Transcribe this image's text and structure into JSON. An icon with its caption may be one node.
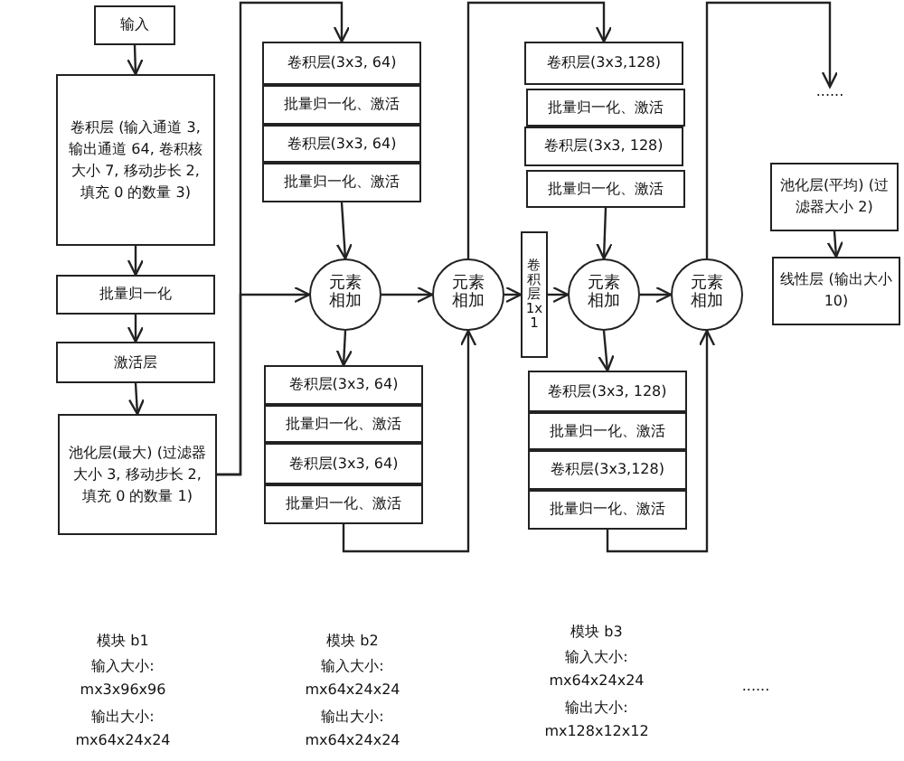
{
  "diagram": {
    "nodes": [
      {
        "text": [
          "输入"
        ]
      },
      {
        "text": [
          "卷积层 (输入通道 3, 输出通道 64, 卷积核大小 7, 移动步长 2, 填充 0 的数量 3)"
        ]
      },
      {
        "text": [
          "批量归一化"
        ]
      },
      {
        "text": [
          "激活层"
        ]
      },
      {
        "text": [
          "池化层(最大) (过滤器大小 3, 移动步长 2, 填充 0 的数量 1)"
        ]
      },
      {
        "text": [
          "卷积层(3x3, 64)"
        ]
      },
      {
        "text": [
          "批量归一化、激活"
        ]
      },
      {
        "text": [
          "卷积层(3x3, 64)"
        ]
      },
      {
        "text": [
          "批量归一化、激活"
        ]
      },
      {
        "text": [
          "元素相加"
        ]
      },
      {
        "text": [
          "卷积层(3x3, 64)"
        ]
      },
      {
        "text": [
          "批量归一化、激活"
        ]
      },
      {
        "text": [
          "卷积层(3x3, 64)"
        ]
      },
      {
        "text": [
          "批量归一化、激活"
        ]
      },
      {
        "text": [
          "元素相加"
        ]
      },
      {
        "text": [
          "卷积层(3x3,128)"
        ]
      },
      {
        "text": [
          "批量归一化、激活"
        ]
      },
      {
        "text": [
          "卷积层(3x3, 128)"
        ]
      },
      {
        "text": [
          "批量归一化、激活"
        ]
      },
      {
        "text": [
          "卷积层 1x1"
        ]
      },
      {
        "text": [
          "元素相加"
        ]
      },
      {
        "text": [
          "元素相加"
        ]
      },
      {
        "text": [
          "卷积层(3x3, 128)"
        ]
      },
      {
        "text": [
          "批量归一化、激活"
        ]
      },
      {
        "text": [
          "卷积层(3x3,128)"
        ]
      },
      {
        "text": [
          "批量归一化、激活"
        ]
      },
      {
        "text": [
          "池化层(平均) (过滤器大小 2)"
        ]
      },
      {
        "text": [
          "线性层 (输出大小 10)"
        ]
      },
      {
        "text": [
          "......"
        ]
      }
    ],
    "edges": [
      {
        "from": 0,
        "to": 1,
        "arrow": "to"
      },
      {
        "from": 1,
        "to": 2,
        "arrow": "to"
      },
      {
        "from": 2,
        "to": 3,
        "arrow": "to"
      },
      {
        "from": 3,
        "to": 4,
        "arrow": "to"
      },
      {
        "from": 4,
        "to": 5,
        "arrow": "to"
      },
      {
        "from": 4,
        "to": 9,
        "arrow": "to"
      },
      {
        "from": 8,
        "to": 9,
        "arrow": "to"
      },
      {
        "from": 9,
        "to": 10,
        "arrow": "to"
      },
      {
        "from": 9,
        "to": 14,
        "arrow": "to"
      },
      {
        "from": 13,
        "to": 14,
        "arrow": "to"
      },
      {
        "from": 14,
        "to": 15,
        "arrow": "to"
      },
      {
        "from": 14,
        "to": 19,
        "arrow": "to"
      },
      {
        "from": 19,
        "to": 20,
        "arrow": "to"
      },
      {
        "from": 18,
        "to": 20,
        "arrow": "to"
      },
      {
        "from": 20,
        "to": 22,
        "arrow": "to"
      },
      {
        "from": 20,
        "to": 21,
        "arrow": "to"
      },
      {
        "from": 25,
        "to": 21,
        "arrow": "to"
      },
      {
        "from": 21,
        "to": 28,
        "arrow": "to"
      },
      {
        "from": 26,
        "to": 27,
        "arrow": "to"
      }
    ],
    "labels": [
      "模块 b1",
      "输入大小:",
      "mx3x96x96",
      "输出大小:",
      "mx64x24x24",
      "模块 b2",
      "输入大小:",
      "mx64x24x24",
      "输出大小:",
      "mx64x24x24",
      "模块 b3",
      "输入大小:",
      "mx64x24x24",
      "输出大小:",
      "mx128x12x12",
      "......"
    ]
  }
}
